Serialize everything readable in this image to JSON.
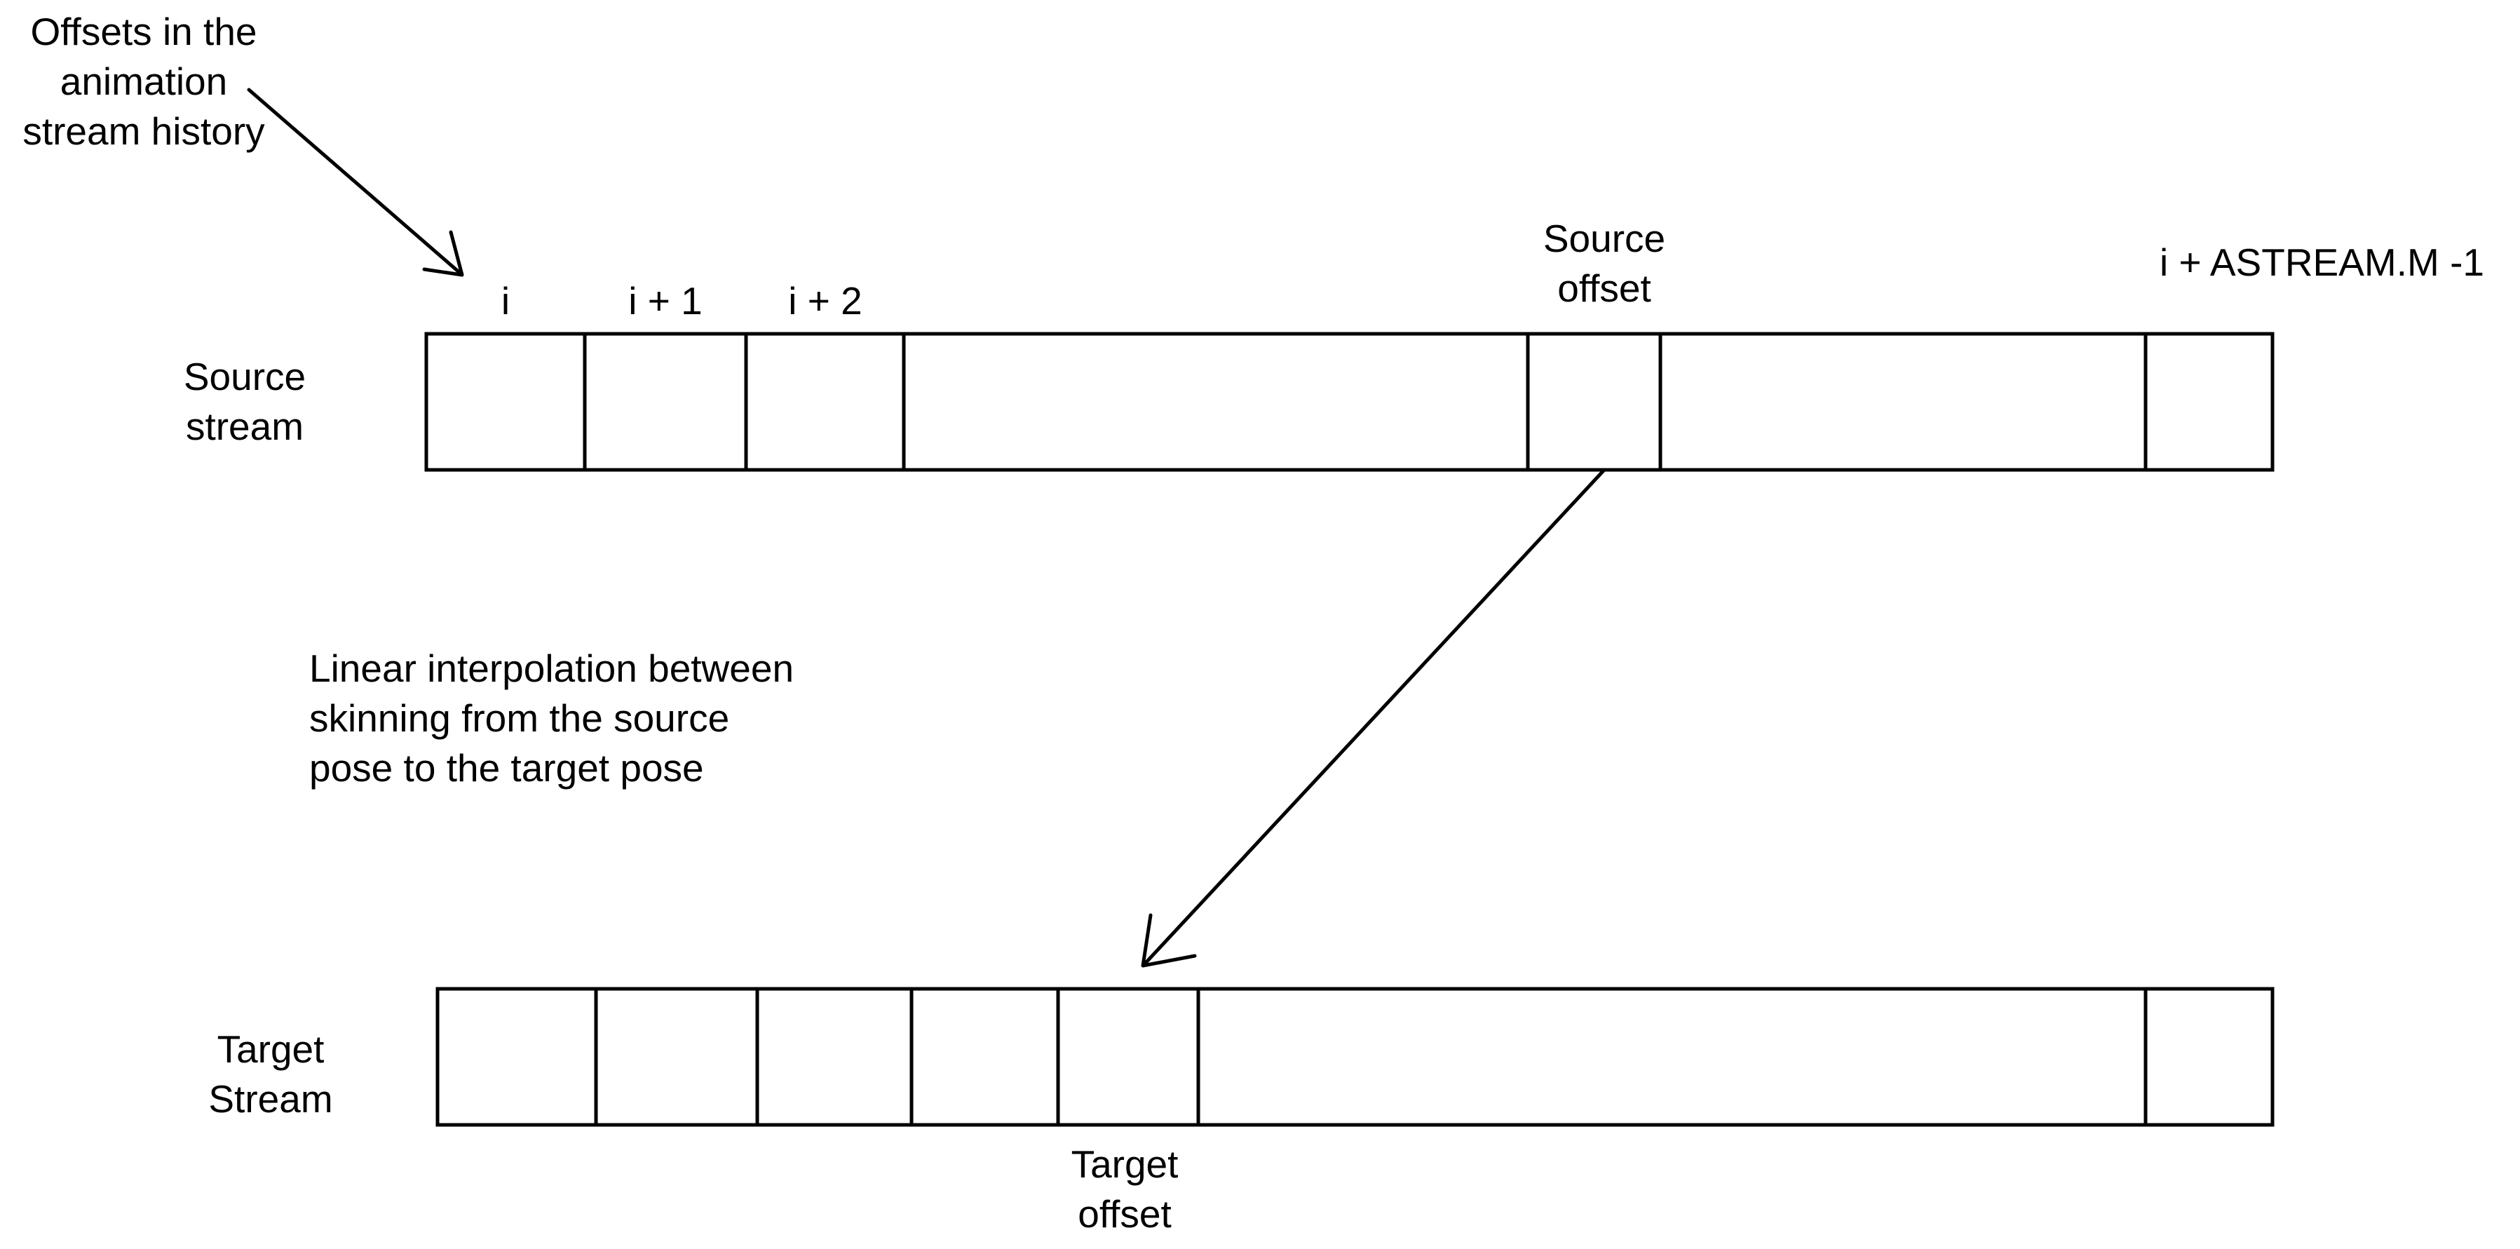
{
  "annotation_history": {
    "text": "Offsets in the\nanimation\nstream history"
  },
  "source_stream": {
    "label": "Source\nstream",
    "cell_labels": [
      "i",
      "i + 1",
      "i + 2"
    ],
    "offset_label": "Source\noffset",
    "last_label": "i + ASTREAM.M -1"
  },
  "interpolation_note": {
    "text": "Linear interpolation between\nskinning from the source\npose to the target pose"
  },
  "target_stream": {
    "label": "Target\nStream",
    "offset_label": "Target\noffset"
  },
  "colors": {
    "stroke": "#000000",
    "background": "#ffffff",
    "text": "#000000"
  }
}
